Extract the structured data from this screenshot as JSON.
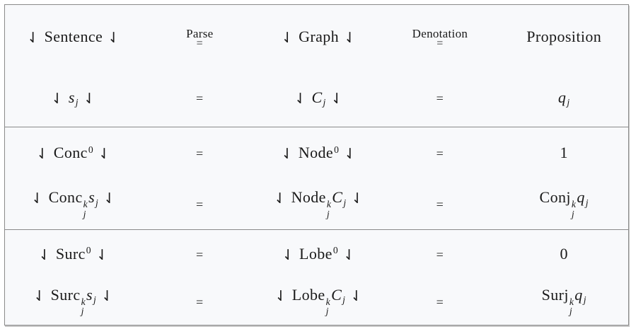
{
  "colors": {
    "page_background": "#ffffff",
    "table_background": "#f8f9fb",
    "border": "#8a8a8a",
    "text": "#1a1a1a"
  },
  "symbols": {
    "harpoon": "⇃",
    "equals": "="
  },
  "table": {
    "columns": [
      "sentence",
      "parse",
      "graph",
      "denotation",
      "proposition"
    ],
    "header": [
      {
        "tokens": [
          {
            "t": "h"
          },
          {
            "t": "rm",
            "v": "Sentence"
          },
          {
            "t": "h"
          }
        ]
      },
      {
        "tokens": [
          {
            "t": "over",
            "top": "Parse",
            "bottom": "="
          }
        ]
      },
      {
        "tokens": [
          {
            "t": "h"
          },
          {
            "t": "rm",
            "v": "Graph"
          },
          {
            "t": "h"
          }
        ]
      },
      {
        "tokens": [
          {
            "t": "over",
            "top": "Denotation",
            "bottom": "="
          }
        ]
      },
      {
        "tokens": [
          {
            "t": "rm",
            "v": "Proposition"
          }
        ]
      }
    ],
    "sections": [
      {
        "rows": [
          [
            {
              "tokens": [
                {
                  "t": "h"
                },
                {
                  "t": "it",
                  "v": "s"
                },
                {
                  "t": "sub",
                  "v": "j"
                },
                {
                  "t": "h"
                }
              ]
            },
            {
              "tokens": [
                {
                  "t": "eq"
                }
              ]
            },
            {
              "tokens": [
                {
                  "t": "h"
                },
                {
                  "t": "it",
                  "v": "C"
                },
                {
                  "t": "sub",
                  "v": "j"
                },
                {
                  "t": "h"
                }
              ]
            },
            {
              "tokens": [
                {
                  "t": "eq"
                }
              ]
            },
            {
              "tokens": [
                {
                  "t": "it",
                  "v": "q"
                },
                {
                  "t": "sub",
                  "v": "j"
                }
              ]
            }
          ]
        ]
      },
      {
        "rows": [
          [
            {
              "tokens": [
                {
                  "t": "h"
                },
                {
                  "t": "rm",
                  "v": "Conc"
                },
                {
                  "t": "sup",
                  "v": "0"
                },
                {
                  "t": "h"
                }
              ]
            },
            {
              "tokens": [
                {
                  "t": "eq"
                }
              ]
            },
            {
              "tokens": [
                {
                  "t": "h"
                },
                {
                  "t": "rm",
                  "v": "Node"
                },
                {
                  "t": "sup",
                  "v": "0"
                },
                {
                  "t": "h"
                }
              ]
            },
            {
              "tokens": [
                {
                  "t": "eq"
                }
              ]
            },
            {
              "tokens": [
                {
                  "t": "rm",
                  "v": "1"
                }
              ]
            }
          ],
          [
            {
              "tokens": [
                {
                  "t": "h"
                },
                {
                  "t": "rm",
                  "v": "Conc"
                },
                {
                  "t": "ss",
                  "sup": "k",
                  "sub": "j"
                },
                {
                  "t": "it",
                  "v": "s"
                },
                {
                  "t": "sub",
                  "v": "j"
                },
                {
                  "t": "h"
                }
              ]
            },
            {
              "tokens": [
                {
                  "t": "eq"
                }
              ]
            },
            {
              "tokens": [
                {
                  "t": "h"
                },
                {
                  "t": "rm",
                  "v": "Node"
                },
                {
                  "t": "ss",
                  "sup": "k",
                  "sub": "j"
                },
                {
                  "t": "it",
                  "v": "C"
                },
                {
                  "t": "sub",
                  "v": "j"
                },
                {
                  "t": "h"
                }
              ]
            },
            {
              "tokens": [
                {
                  "t": "eq"
                }
              ]
            },
            {
              "tokens": [
                {
                  "t": "rm",
                  "v": "Conj"
                },
                {
                  "t": "ss",
                  "sup": "k",
                  "sub": "j"
                },
                {
                  "t": "it",
                  "v": "q"
                },
                {
                  "t": "sub",
                  "v": "j"
                }
              ]
            }
          ]
        ]
      },
      {
        "rows": [
          [
            {
              "tokens": [
                {
                  "t": "h"
                },
                {
                  "t": "rm",
                  "v": "Surc"
                },
                {
                  "t": "sup",
                  "v": "0"
                },
                {
                  "t": "h"
                }
              ]
            },
            {
              "tokens": [
                {
                  "t": "eq"
                }
              ]
            },
            {
              "tokens": [
                {
                  "t": "h"
                },
                {
                  "t": "rm",
                  "v": "Lobe"
                },
                {
                  "t": "sup",
                  "v": "0"
                },
                {
                  "t": "h"
                }
              ]
            },
            {
              "tokens": [
                {
                  "t": "eq"
                }
              ]
            },
            {
              "tokens": [
                {
                  "t": "rm",
                  "v": "0"
                }
              ]
            }
          ],
          [
            {
              "tokens": [
                {
                  "t": "h"
                },
                {
                  "t": "rm",
                  "v": "Surc"
                },
                {
                  "t": "ss",
                  "sup": "k",
                  "sub": "j"
                },
                {
                  "t": "it",
                  "v": "s"
                },
                {
                  "t": "sub",
                  "v": "j"
                },
                {
                  "t": "h"
                }
              ]
            },
            {
              "tokens": [
                {
                  "t": "eq"
                }
              ]
            },
            {
              "tokens": [
                {
                  "t": "h"
                },
                {
                  "t": "rm",
                  "v": "Lobe"
                },
                {
                  "t": "ss",
                  "sup": "k",
                  "sub": "j"
                },
                {
                  "t": "it",
                  "v": "C"
                },
                {
                  "t": "sub",
                  "v": "j"
                },
                {
                  "t": "h"
                }
              ]
            },
            {
              "tokens": [
                {
                  "t": "eq"
                }
              ]
            },
            {
              "tokens": [
                {
                  "t": "rm",
                  "v": "Surj"
                },
                {
                  "t": "ss",
                  "sup": "k",
                  "sub": "j"
                },
                {
                  "t": "it",
                  "v": "q"
                },
                {
                  "t": "sub",
                  "v": "j"
                }
              ]
            }
          ]
        ]
      }
    ]
  }
}
